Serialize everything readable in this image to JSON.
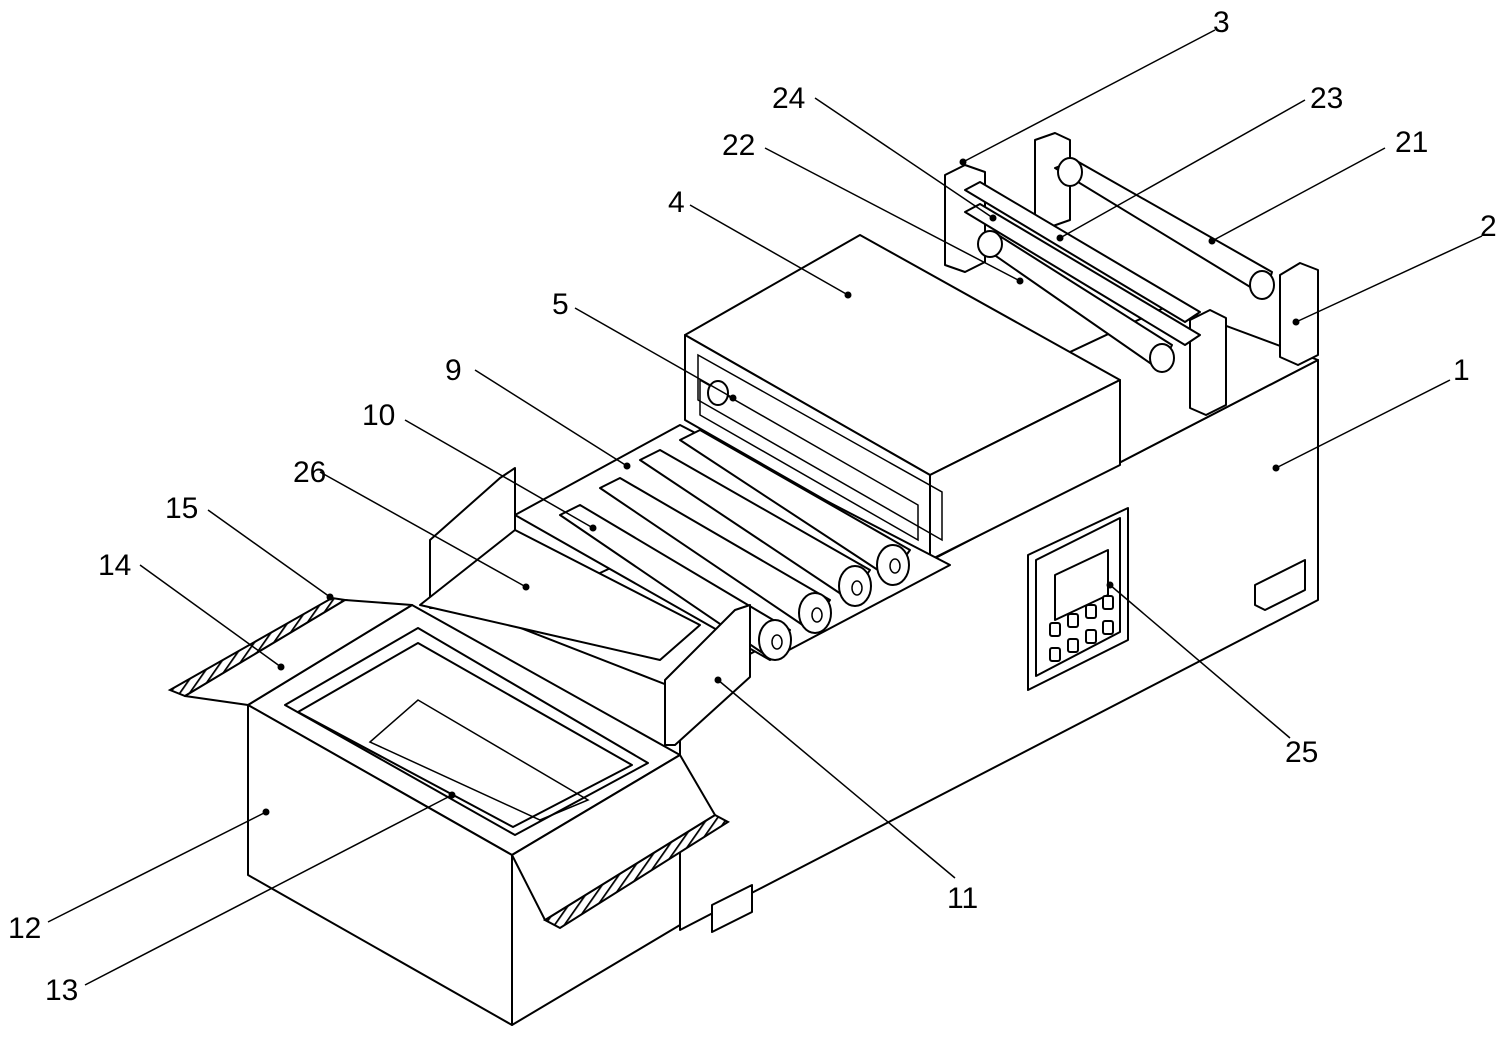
{
  "figure": {
    "labels": [
      {
        "id": "1",
        "text": "1"
      },
      {
        "id": "2",
        "text": "2"
      },
      {
        "id": "3",
        "text": "3"
      },
      {
        "id": "4",
        "text": "4"
      },
      {
        "id": "5",
        "text": "5"
      },
      {
        "id": "9",
        "text": "9"
      },
      {
        "id": "10",
        "text": "10"
      },
      {
        "id": "11",
        "text": "11"
      },
      {
        "id": "12",
        "text": "12"
      },
      {
        "id": "13",
        "text": "13"
      },
      {
        "id": "14",
        "text": "14"
      },
      {
        "id": "15",
        "text": "15"
      },
      {
        "id": "21",
        "text": "21"
      },
      {
        "id": "22",
        "text": "22"
      },
      {
        "id": "23",
        "text": "23"
      },
      {
        "id": "24",
        "text": "24"
      },
      {
        "id": "25",
        "text": "25"
      },
      {
        "id": "26",
        "text": "26"
      }
    ]
  }
}
